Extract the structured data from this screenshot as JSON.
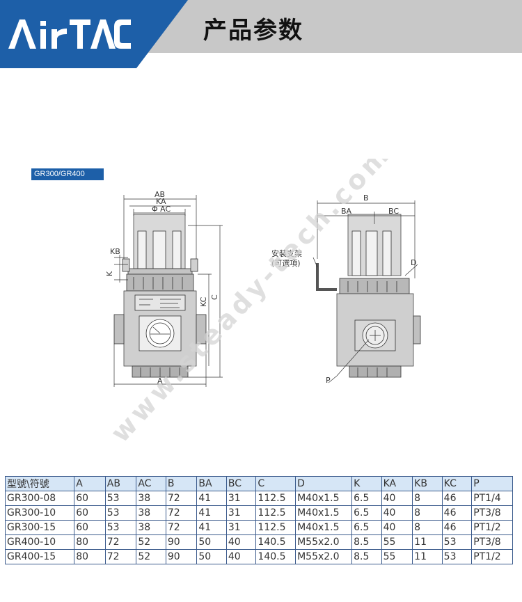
{
  "header": {
    "brand": "AirTAC",
    "title": "产品参数"
  },
  "model_tag": "GR300/GR400",
  "drawing": {
    "front": {
      "labels": {
        "ab": "AB",
        "ka": "KA",
        "phi_ac": "Φ AC",
        "kb": "KB",
        "k": "K",
        "kc": "KC",
        "c": "C",
        "a": "A"
      }
    },
    "side": {
      "labels": {
        "b": "B",
        "ba": "BA",
        "bc": "BC",
        "d": "D",
        "p": "P",
        "bracket_line1": "安裝支架",
        "bracket_line2": "(可選項)"
      }
    }
  },
  "watermark": "www.steady-tech.com",
  "table": {
    "headers": [
      "型號\\符號",
      "A",
      "AB",
      "AC",
      "B",
      "BA",
      "BC",
      "C",
      "D",
      "K",
      "KA",
      "KB",
      "KC",
      "P"
    ],
    "rows": [
      [
        "GR300-08",
        "60",
        "53",
        "38",
        "72",
        "41",
        "31",
        "112.5",
        "M40x1.5",
        "6.5",
        "40",
        "8",
        "46",
        "PT1/4"
      ],
      [
        "GR300-10",
        "60",
        "53",
        "38",
        "72",
        "41",
        "31",
        "112.5",
        "M40x1.5",
        "6.5",
        "40",
        "8",
        "46",
        "PT3/8"
      ],
      [
        "GR300-15",
        "60",
        "53",
        "38",
        "72",
        "41",
        "31",
        "112.5",
        "M40x1.5",
        "6.5",
        "40",
        "8",
        "46",
        "PT1/2"
      ],
      [
        "GR400-10",
        "80",
        "72",
        "52",
        "90",
        "50",
        "40",
        "140.5",
        "M55x2.0",
        "8.5",
        "55",
        "11",
        "53",
        "PT3/8"
      ],
      [
        "GR400-15",
        "80",
        "72",
        "52",
        "90",
        "50",
        "40",
        "140.5",
        "M55x2.0",
        "8.5",
        "55",
        "11",
        "53",
        "PT1/2"
      ]
    ]
  }
}
